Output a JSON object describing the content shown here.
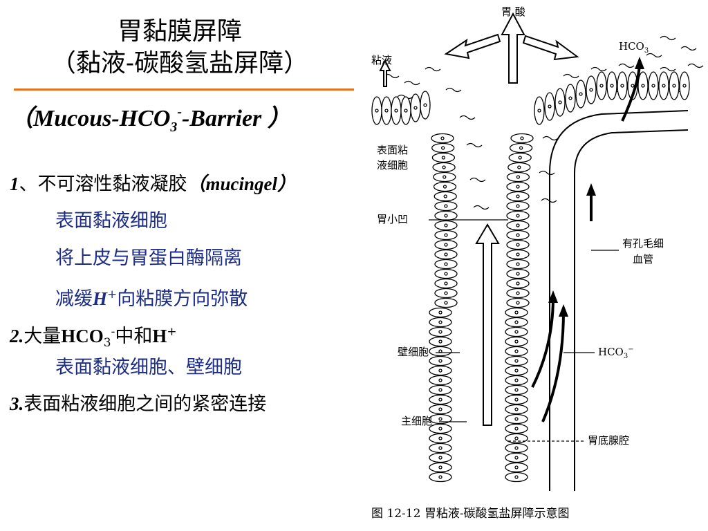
{
  "slide": {
    "title_line1": "胃黏膜屏障",
    "title_line2": "（黏液-碳酸氢盐屏障）",
    "subtitle": {
      "pre": "（Mucous-HCO",
      "sub": "3",
      "sup": "-",
      "post": "-Barrier ）"
    },
    "items": [
      {
        "num": "1",
        "text": "、不可溶性黏液凝胶",
        "term": "（mucingel）"
      },
      {
        "num": "2.",
        "text": "大量",
        "formula": "HCO",
        "formula_sub": "3",
        "formula_sup": "-",
        "mid": "中和",
        "ion": "H",
        "ion_sup": "+"
      },
      {
        "num": "3.",
        "text": "表面粘液细胞之间的紧密连接"
      }
    ],
    "sub_items_1": [
      "表面黏液细胞",
      "将上皮与胃蛋白酶隔离"
    ],
    "sub_item_h": {
      "pre": "减缓",
      "ion": "H",
      "ion_sup": "+",
      "post": "向粘膜方向弥散"
    },
    "sub_items_2": [
      "表面黏液细胞、壁细胞"
    ]
  },
  "diagram": {
    "labels": {
      "gastric_acid": "胃 酸",
      "mucus": "粘液",
      "hco3_top": "HCO",
      "hco3_top_sub": "3",
      "surface_cell_1": "表面粘",
      "surface_cell_2": "液细胞",
      "gastric_pit": "胃小凹",
      "capillary_1": "有孔毛细",
      "capillary_2": "血管",
      "parietal_cell": "壁细胞",
      "hco3_mid": "HCO",
      "hco3_mid_sub": "3",
      "hco3_mid_sup": "−",
      "chief_cell": "主细胞",
      "gland_lumen": "胃底腺腔"
    },
    "caption": "图 12-12   胃粘液-碳酸氢盐屏障示意图"
  }
}
